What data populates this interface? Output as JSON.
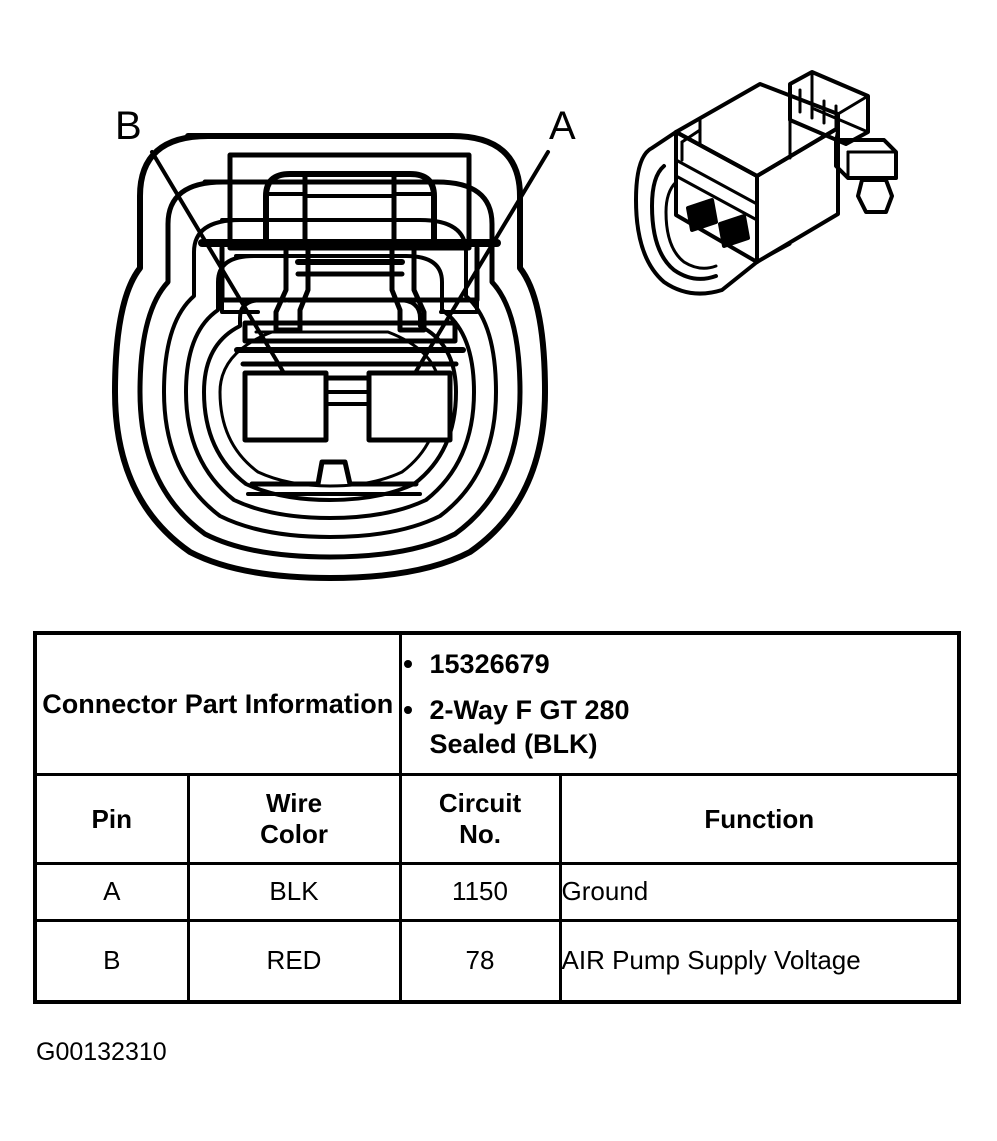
{
  "figure": {
    "caption": "G00132310",
    "callouts": [
      {
        "id": "B",
        "label": "B",
        "pin": "B",
        "side": "left"
      },
      {
        "id": "A",
        "label": "A",
        "pin": "A",
        "side": "right"
      }
    ],
    "views": {
      "face_view_name": "connector-face-view",
      "iso_view_name": "connector-isometric-view"
    }
  },
  "table": {
    "part_info": {
      "label_line1": "Connector Part",
      "label_line2": "Information",
      "items": [
        {
          "text": "15326679"
        },
        {
          "text": "2-Way F GT 280",
          "text_line2": "Sealed (BLK)"
        }
      ]
    },
    "headers": {
      "pin": "Pin",
      "wire_color_line1": "Wire",
      "wire_color_line2": "Color",
      "circuit_no_line1": "Circuit",
      "circuit_no_line2": "No.",
      "function": "Function"
    },
    "rows": [
      {
        "pin": "A",
        "wire_color": "BLK",
        "circuit_no": "1150",
        "function_line1": "Ground",
        "function_line2": ""
      },
      {
        "pin": "B",
        "wire_color": "RED",
        "circuit_no": "78",
        "function_line1": "AIR Pump Supply",
        "function_line2": "Voltage"
      }
    ]
  },
  "colors": {
    "ink": "#000000",
    "paper": "#ffffff"
  }
}
